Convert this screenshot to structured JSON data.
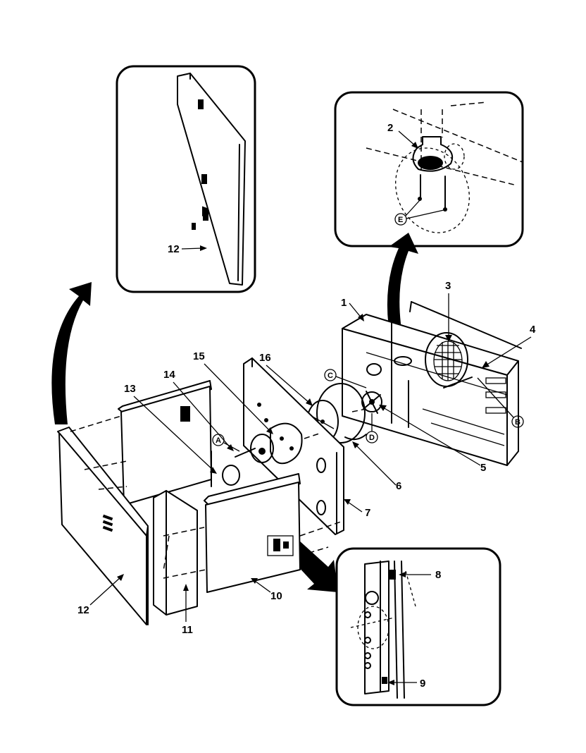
{
  "diagram": {
    "part_labels": {
      "p1": "1",
      "p2": "2",
      "p3": "3",
      "p4": "4",
      "p5": "5",
      "p6": "6",
      "p7": "7",
      "p8": "8",
      "p9": "9",
      "p10": "10",
      "p11": "11",
      "p12_top": "12",
      "p12_bottom": "12",
      "p13": "13",
      "p14": "14",
      "p15": "15",
      "p16": "16"
    },
    "callouts": {
      "A": "A",
      "B": "B",
      "C": "C",
      "D": "D",
      "E": "E"
    }
  }
}
